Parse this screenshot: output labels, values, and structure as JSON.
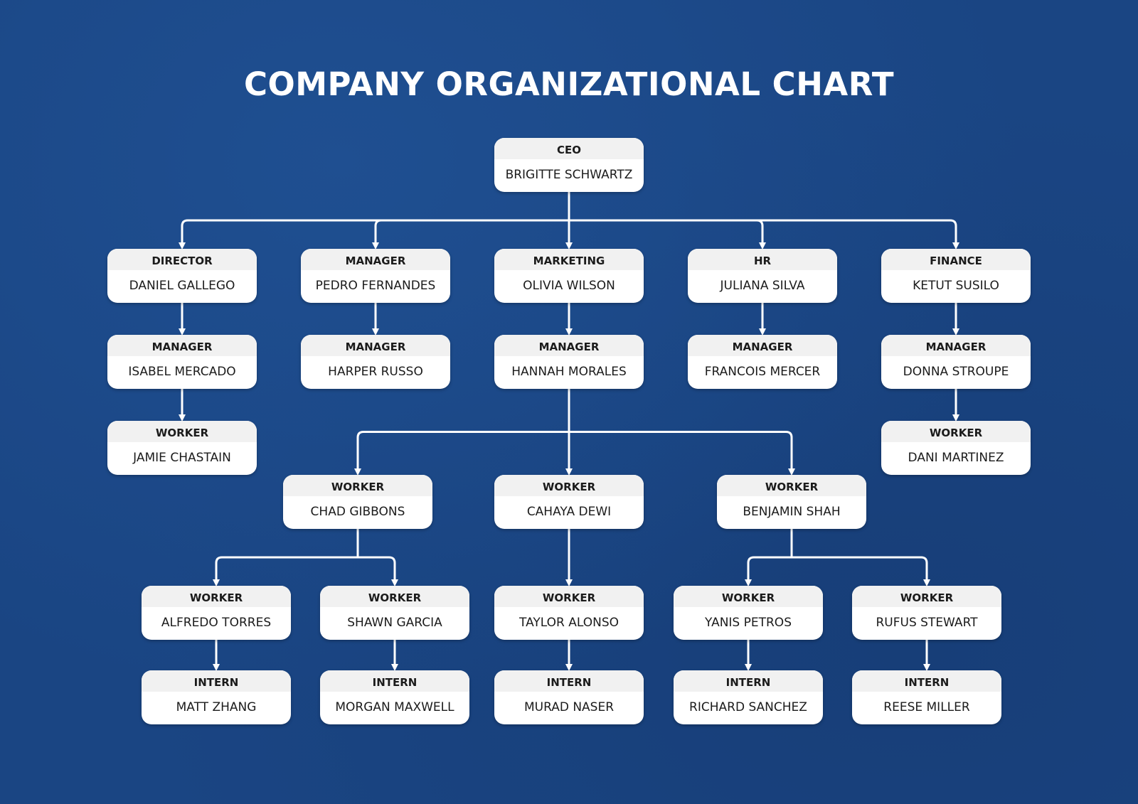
{
  "title": "COMPANY ORGANIZATIONAL CHART",
  "colors": {
    "background": "#1a4583",
    "node": "#ffffff",
    "connector": "#ffffff",
    "text": "#1b1b1b"
  },
  "nodes": [
    {
      "id": "ceo",
      "role": "CEO",
      "name": "BRIGITTE SCHWARTZ"
    },
    {
      "id": "director",
      "role": "DIRECTOR",
      "name": "DANIEL GALLEGO"
    },
    {
      "id": "manager-pedro",
      "role": "MANAGER",
      "name": "PEDRO FERNANDES"
    },
    {
      "id": "marketing",
      "role": "MARKETING",
      "name": "OLIVIA WILSON"
    },
    {
      "id": "hr",
      "role": "HR",
      "name": "JULIANA SILVA"
    },
    {
      "id": "finance",
      "role": "FINANCE",
      "name": "KETUT SUSILO"
    },
    {
      "id": "manager-isabel",
      "role": "MANAGER",
      "name": "ISABEL MERCADO"
    },
    {
      "id": "manager-harper",
      "role": "MANAGER",
      "name": "HARPER RUSSO"
    },
    {
      "id": "manager-hannah",
      "role": "MANAGER",
      "name": "HANNAH MORALES"
    },
    {
      "id": "manager-francois",
      "role": "MANAGER",
      "name": "FRANCOIS MERCER"
    },
    {
      "id": "manager-donna",
      "role": "MANAGER",
      "name": "DONNA STROUPE"
    },
    {
      "id": "worker-jamie",
      "role": "WORKER",
      "name": "JAMIE CHASTAIN"
    },
    {
      "id": "worker-dani",
      "role": "WORKER",
      "name": "DANI MARTINEZ"
    },
    {
      "id": "worker-chad",
      "role": "WORKER",
      "name": "CHAD GIBBONS"
    },
    {
      "id": "worker-cahaya",
      "role": "WORKER",
      "name": "CAHAYA DEWI"
    },
    {
      "id": "worker-benjamin",
      "role": "WORKER",
      "name": "BENJAMIN SHAH"
    },
    {
      "id": "worker-alfredo",
      "role": "WORKER",
      "name": "ALFREDO TORRES"
    },
    {
      "id": "worker-shawn",
      "role": "WORKER",
      "name": "SHAWN GARCIA"
    },
    {
      "id": "worker-taylor",
      "role": "WORKER",
      "name": "TAYLOR ALONSO"
    },
    {
      "id": "worker-yanis",
      "role": "WORKER",
      "name": "YANIS PETROS"
    },
    {
      "id": "worker-rufus",
      "role": "WORKER",
      "name": "RUFUS STEWART"
    },
    {
      "id": "intern-matt",
      "role": "INTERN",
      "name": "MATT ZHANG"
    },
    {
      "id": "intern-morgan",
      "role": "INTERN",
      "name": "MORGAN MAXWELL"
    },
    {
      "id": "intern-murad",
      "role": "INTERN",
      "name": "MURAD NASER"
    },
    {
      "id": "intern-richard",
      "role": "INTERN",
      "name": "RICHARD SANCHEZ"
    },
    {
      "id": "intern-reese",
      "role": "INTERN",
      "name": "REESE MILLER"
    }
  ],
  "edges": [
    [
      "ceo",
      "director"
    ],
    [
      "ceo",
      "manager-pedro"
    ],
    [
      "ceo",
      "marketing"
    ],
    [
      "ceo",
      "hr"
    ],
    [
      "ceo",
      "finance"
    ],
    [
      "director",
      "manager-isabel"
    ],
    [
      "manager-pedro",
      "manager-harper"
    ],
    [
      "marketing",
      "manager-hannah"
    ],
    [
      "hr",
      "manager-francois"
    ],
    [
      "finance",
      "manager-donna"
    ],
    [
      "manager-isabel",
      "worker-jamie"
    ],
    [
      "manager-donna",
      "worker-dani"
    ],
    [
      "manager-hannah",
      "worker-chad"
    ],
    [
      "manager-hannah",
      "worker-cahaya"
    ],
    [
      "manager-hannah",
      "worker-benjamin"
    ],
    [
      "worker-chad",
      "worker-alfredo"
    ],
    [
      "worker-chad",
      "worker-shawn"
    ],
    [
      "worker-cahaya",
      "worker-taylor"
    ],
    [
      "worker-benjamin",
      "worker-yanis"
    ],
    [
      "worker-benjamin",
      "worker-rufus"
    ],
    [
      "worker-alfredo",
      "intern-matt"
    ],
    [
      "worker-shawn",
      "intern-morgan"
    ],
    [
      "worker-taylor",
      "intern-murad"
    ],
    [
      "worker-yanis",
      "intern-richard"
    ],
    [
      "worker-rufus",
      "intern-reese"
    ]
  ]
}
